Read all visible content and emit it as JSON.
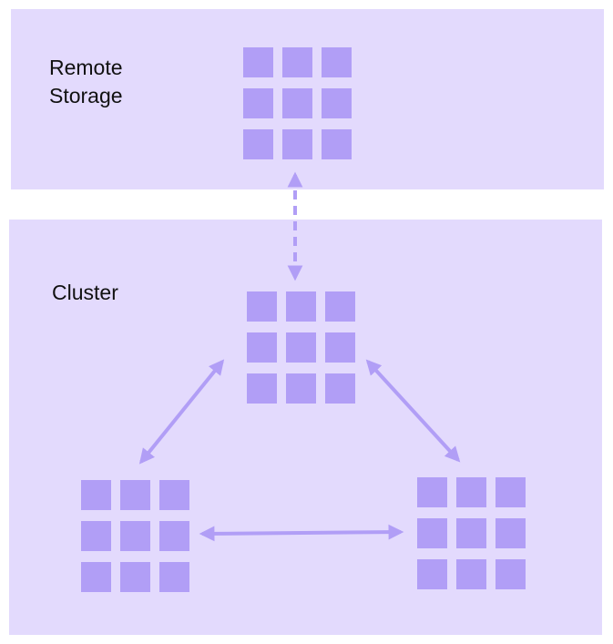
{
  "labels": {
    "remote_storage": "Remote\nStorage",
    "cluster": "Cluster"
  },
  "colors": {
    "panel": "#e3dafd",
    "block": "#b19ef6",
    "arrow": "#b19ef6",
    "text": "#111111"
  },
  "nodes": [
    {
      "id": "remote-storage-node",
      "grid": "3x3"
    },
    {
      "id": "cluster-node-top",
      "grid": "3x3"
    },
    {
      "id": "cluster-node-left",
      "grid": "3x3"
    },
    {
      "id": "cluster-node-right",
      "grid": "3x3"
    }
  ],
  "connections": [
    {
      "from": "remote-storage-node",
      "to": "cluster-node-top",
      "style": "dashed",
      "bidirectional": true
    },
    {
      "from": "cluster-node-top",
      "to": "cluster-node-left",
      "style": "solid",
      "bidirectional": true
    },
    {
      "from": "cluster-node-top",
      "to": "cluster-node-right",
      "style": "solid",
      "bidirectional": true
    },
    {
      "from": "cluster-node-left",
      "to": "cluster-node-right",
      "style": "solid",
      "bidirectional": true
    }
  ]
}
